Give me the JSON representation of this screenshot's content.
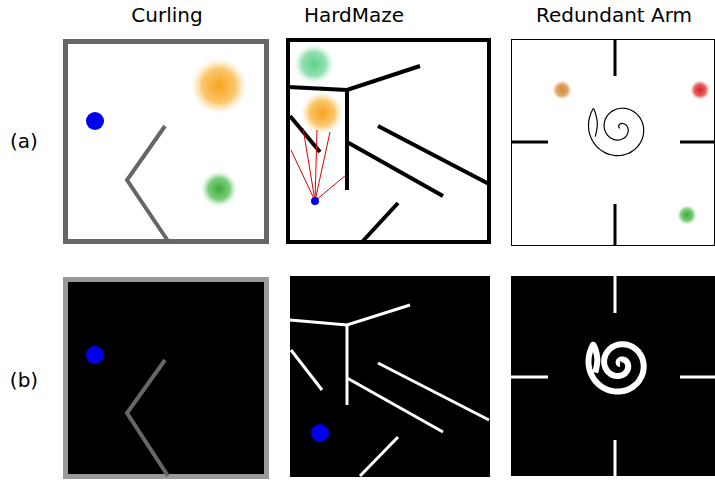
{
  "diagram": {
    "labels": [
      "Curling",
      "HardMaze",
      "Redundant Arm",
      "(a)",
      "(b)"
    ]
  }
}
